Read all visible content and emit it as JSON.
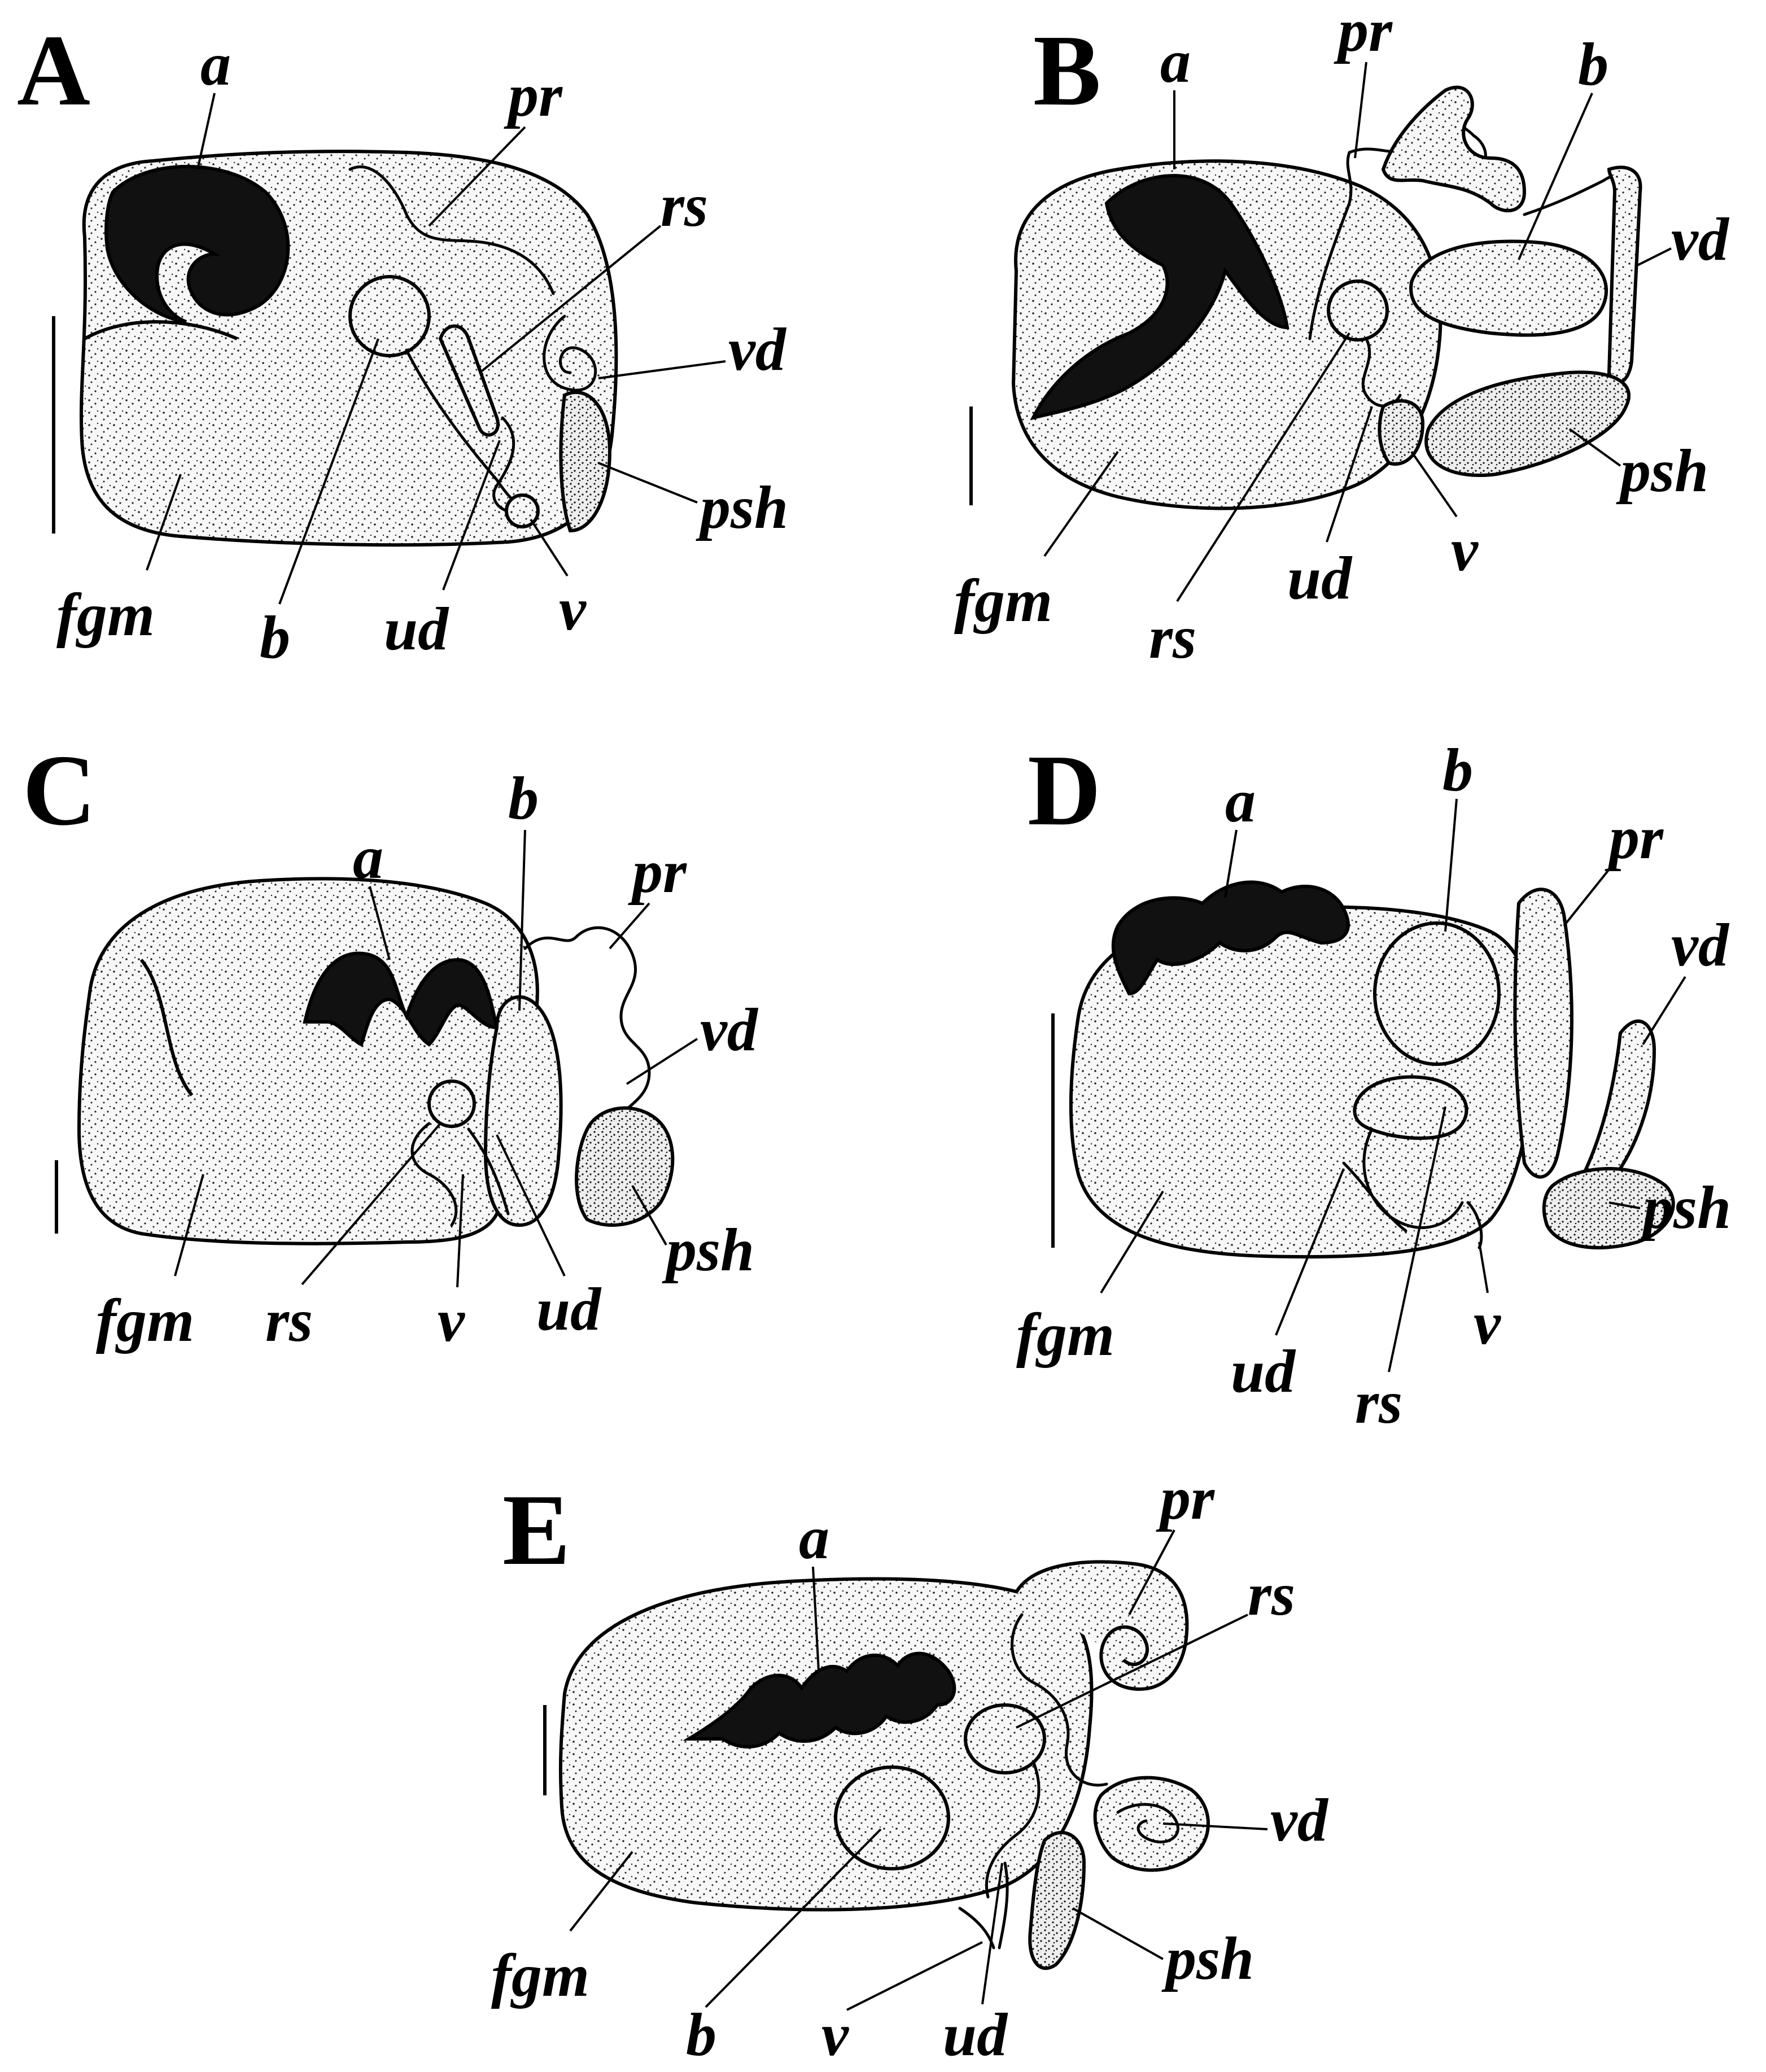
{
  "panels": [
    {
      "letter": "A",
      "labels": {
        "a": "a",
        "pr": "pr",
        "rs": "rs",
        "vd": "vd",
        "psh": "psh",
        "fgm": "fgm",
        "b": "b",
        "ud": "ud",
        "v": "v"
      }
    },
    {
      "letter": "B",
      "labels": {
        "a": "a",
        "pr": "pr",
        "b": "b",
        "vd": "vd",
        "psh": "psh",
        "fgm": "fgm",
        "rs": "rs",
        "ud": "ud",
        "v": "v"
      }
    },
    {
      "letter": "C",
      "labels": {
        "a": "a",
        "b": "b",
        "pr": "pr",
        "vd": "vd",
        "psh": "psh",
        "fgm": "fgm",
        "rs": "rs",
        "v": "v",
        "ud": "ud"
      }
    },
    {
      "letter": "D",
      "labels": {
        "a": "a",
        "b": "b",
        "pr": "pr",
        "vd": "vd",
        "psh": "psh",
        "fgm": "fgm",
        "ud": "ud",
        "rs": "rs",
        "v": "v"
      }
    },
    {
      "letter": "E",
      "labels": {
        "a": "a",
        "pr": "pr",
        "rs": "rs",
        "vd": "vd",
        "psh": "psh",
        "fgm": "fgm",
        "b": "b",
        "v": "v",
        "ud": "ud"
      }
    }
  ],
  "colors": {
    "ink": "#000000",
    "tissue": "#f4f4f4",
    "gland": "#111111",
    "background": "#ffffff"
  }
}
